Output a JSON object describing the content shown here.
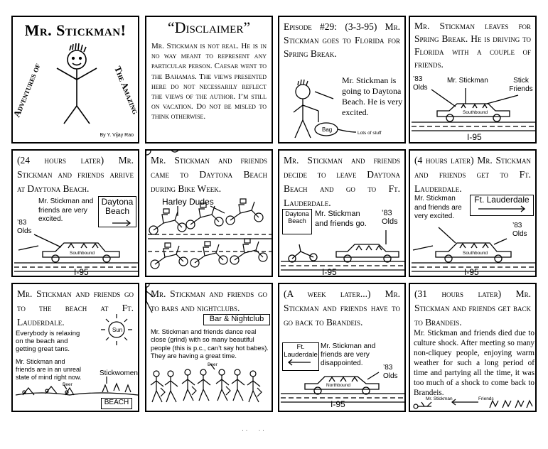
{
  "title_panel": {
    "title": "Mr. Stickman!",
    "left_arc": "Adventures of",
    "right_arc": "The Amazing",
    "byline": "By Y. Vijay Rao"
  },
  "disclaimer": {
    "heading": "“Disclaimer”",
    "body": "Mr. Stickman is not real. He is in no way meant to represent any particular person. Caesar went to the Bahamas. The views presented here do not necessarily reflect the views of the author. I’m still on vacation. Do not be misled to think otherwise."
  },
  "p3": {
    "caption": "Episode #29: (3-3-95) Mr. Stickman goes to Florida for Spring Break.",
    "note": "Mr. Stickman is going to Daytona Beach. He is very excited.",
    "bag": "Bag",
    "stuff": "Lots of stuff"
  },
  "p4": {
    "caption": "Mr. Stickman leaves for Spring Break. He is driving to Florida with a couple of friends.",
    "olds": "’83 Olds",
    "stickman": "Mr. Stickman",
    "friends": "Stick Friends",
    "car": "Southbound",
    "road": "I-95"
  },
  "p5": {
    "caption": "(24 hours later) Mr. Stickman and friends arrive at Daytona Beach.",
    "note": "Mr. Stickman and friends are very excited.",
    "sign": "Daytona Beach",
    "olds": "’83 Olds",
    "car": "Southbound",
    "road": "I-95"
  },
  "p6": {
    "caption": "Mr. Stickman and friends came to Daytona Beach during Bike Week.",
    "label": "Harley Dudes"
  },
  "p7": {
    "caption": "Mr. Stickman and friends decide to leave Daytona Beach and go to Ft. Lauderdale.",
    "sign": "Daytona Beach",
    "note": "Mr. Stickman and friends go.",
    "olds": "’83 Olds",
    "road": "I-95"
  },
  "p8": {
    "caption": "(4 hours later) Mr. Stickman and friends get to Ft. Lauderdale.",
    "note": "Mr. Stickman and friends are very excited.",
    "sign": "Ft. Lauderdale",
    "olds": "’83 Olds",
    "car": "Southbound",
    "road": "I-95"
  },
  "p9": {
    "caption": "Mr. Stickman and friends go to the beach at Ft. Lauderdale.",
    "note1": "Everybody is relaxing on the beach and getting great tans.",
    "sun": "Sun",
    "note2": "Mr. Stickman and friends are in an unreal state of mind right now.",
    "beer": "Beer",
    "women": "Stickwomen",
    "sign": "BEACH"
  },
  "p10": {
    "caption": "Mr. Stickman and friends go to bars and nightclubs.",
    "sign": "Bar & Nightclub",
    "note": "Mr. Stickman and friends dance real close (grind) with so many beautiful people (this is p.c., can’t say hot babes). They are having a great time.",
    "beer": "Beer"
  },
  "p11": {
    "caption": "(A week later...) Mr. Stickman and friends have to go back to Brandeis.",
    "sign": "Ft. Lauderdale",
    "note": "Mr. Stickman and friends are very disappointed.",
    "olds": "’83 Olds",
    "car": "Northbound",
    "road": "I-95"
  },
  "p12": {
    "caption": "(31 hours later) Mr. Stickman and friends get back to Brandeis.",
    "body": "Mr. Stickman and friends died due to culture shock. After meeting so many non-cliquey people, enjoying warm weather for such a long period of time and partying all the time, it was too much of a shock to come back to Brandeis.",
    "stickman": "Mr. Stickman",
    "friends": "Friends"
  }
}
